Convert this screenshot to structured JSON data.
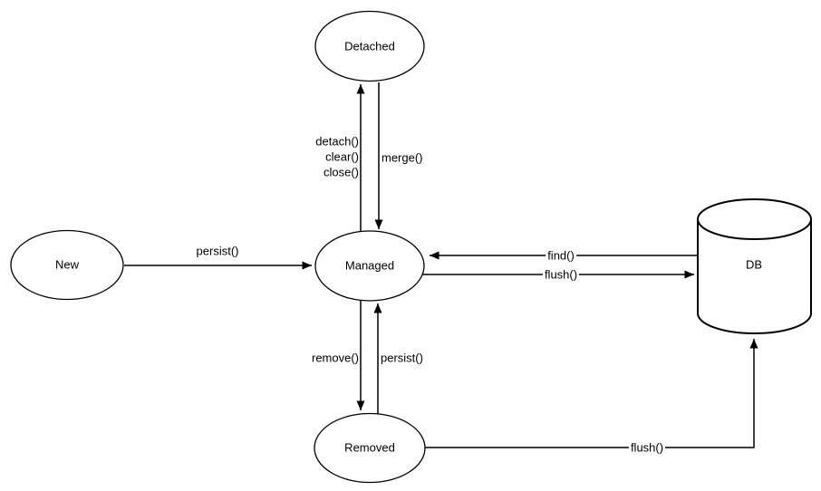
{
  "diagram": {
    "type": "state-diagram",
    "colors": {
      "background": "#ffffff",
      "stroke": "#000000",
      "node_fill": "#ffffff",
      "text": "#000000"
    },
    "nodes": {
      "new": {
        "label": "New",
        "shape": "ellipse"
      },
      "detached": {
        "label": "Detached",
        "shape": "ellipse"
      },
      "managed": {
        "label": "Managed",
        "shape": "ellipse"
      },
      "removed": {
        "label": "Removed",
        "shape": "ellipse"
      },
      "db": {
        "label": "DB",
        "shape": "cylinder"
      }
    },
    "edges": {
      "persist_new_to_managed": {
        "label": "persist()",
        "from": "new",
        "to": "managed"
      },
      "detach_managed_to_detached": {
        "lines": [
          "detach()",
          "clear()",
          "close()"
        ],
        "from": "managed",
        "to": "detached"
      },
      "merge_detached_to_managed": {
        "label": "merge()",
        "from": "detached",
        "to": "managed"
      },
      "find_db_to_managed": {
        "label": "find()",
        "from": "db",
        "to": "managed"
      },
      "flush_managed_to_db": {
        "label": "flush()",
        "from": "managed",
        "to": "db"
      },
      "remove_managed_to_removed": {
        "label": "remove()",
        "from": "managed",
        "to": "removed"
      },
      "persist_removed_to_managed": {
        "label": "persist()",
        "from": "removed",
        "to": "managed"
      },
      "flush_removed_to_db": {
        "label": "flush()",
        "from": "removed",
        "to": "db"
      }
    }
  }
}
